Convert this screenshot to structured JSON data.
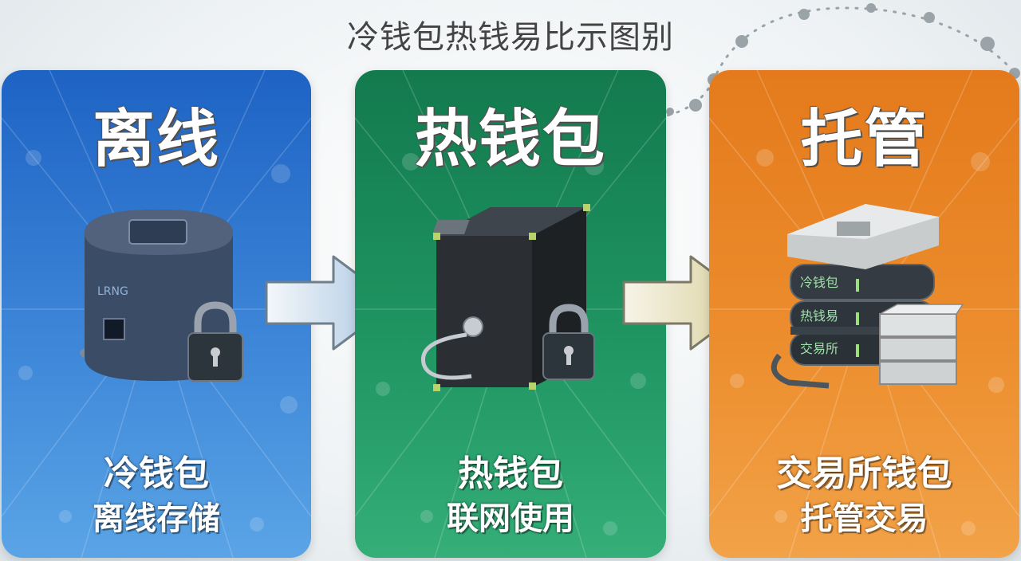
{
  "page": {
    "title": "冷钱包热钱易比示图别"
  },
  "cards": [
    {
      "heading": "离线",
      "title": "冷钱包",
      "subtitle": "离线存储",
      "device_label": "LRNG",
      "color": "#2a72cf",
      "illustration": "cold-storage-device-with-padlock"
    },
    {
      "heading": "热钱包",
      "title": "热钱包",
      "subtitle": "联网使用",
      "color": "#1c8c5a",
      "illustration": "hot-wallet-box-with-key-and-padlock"
    },
    {
      "heading": "托管",
      "title": "交易所钱包",
      "subtitle": "托管交易",
      "server_labels": [
        "冷钱包",
        "热钱易",
        "交易所"
      ],
      "color": "#ea8626",
      "illustration": "exchange-server-stack"
    }
  ],
  "flow": {
    "arrows": [
      "cold-to-hot-arrow",
      "hot-to-exchange-arrow"
    ]
  }
}
